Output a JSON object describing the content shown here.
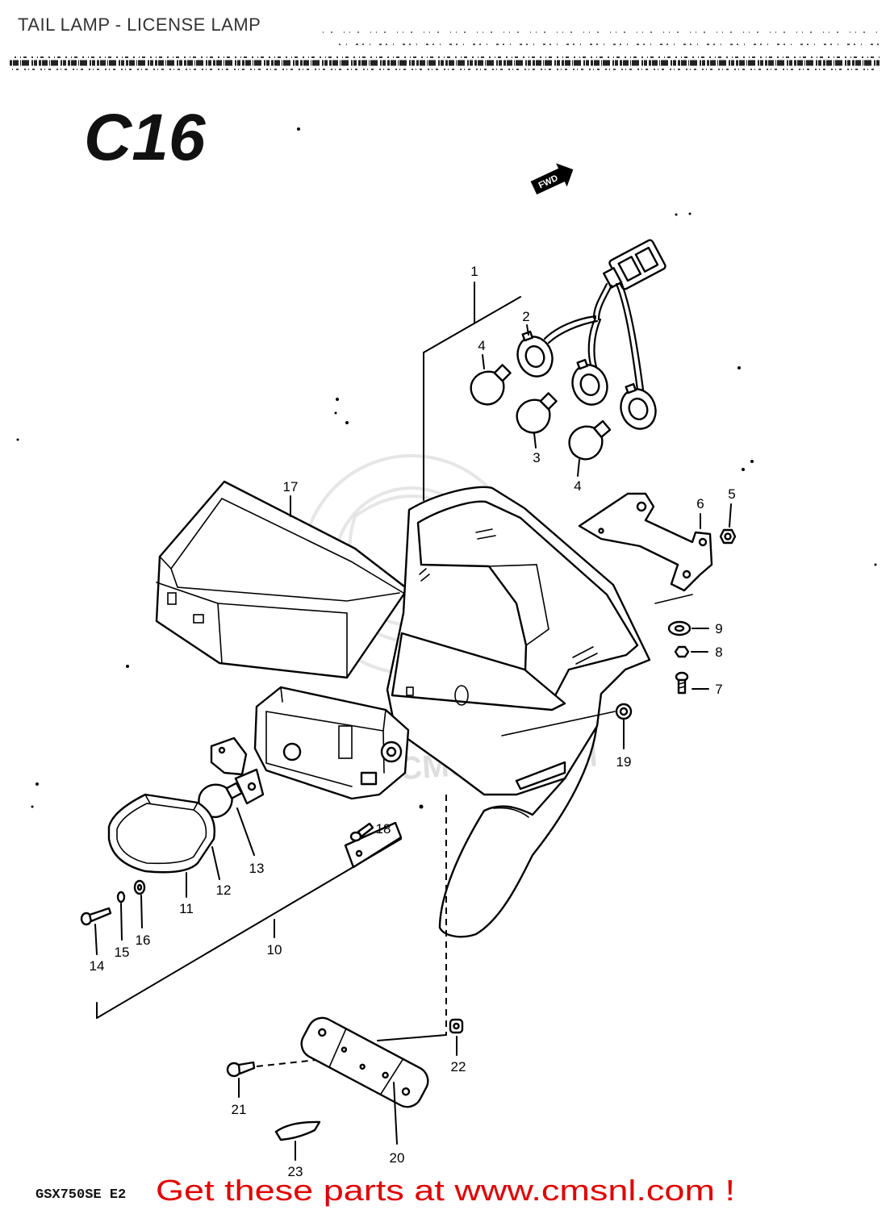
{
  "header": {
    "title": "TAIL LAMP - LICENSE LAMP"
  },
  "diagram": {
    "code": "C16",
    "direction_label": "FWD",
    "watermark": "WWW.CMSNL.COM",
    "line_color": "#000000",
    "part_labels": [
      "1",
      "2",
      "4",
      "3",
      "4",
      "5",
      "6",
      "17",
      "9",
      "8",
      "7",
      "19",
      "18",
      "13",
      "12",
      "11",
      "10",
      "16",
      "15",
      "14",
      "22",
      "21",
      "20",
      "23"
    ]
  },
  "footer": {
    "model": "GSX750SE E2",
    "cta": "Get these parts at www.cmsnl.com !",
    "cta_color": "#e00000"
  }
}
